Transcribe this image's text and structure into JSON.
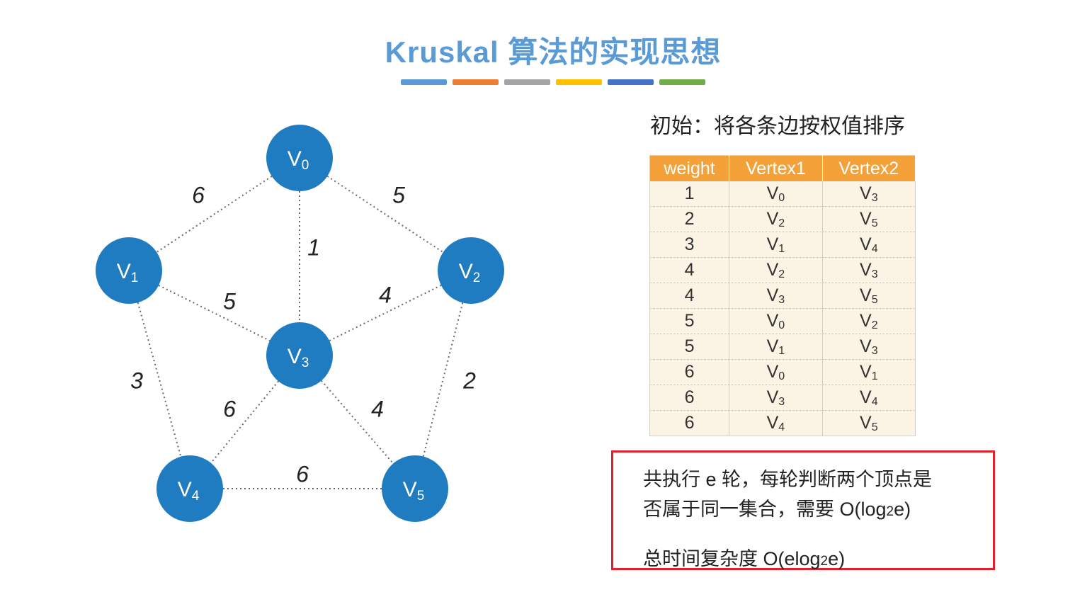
{
  "title": "Kruskal 算法的实现思想",
  "color_bar": [
    "#5b9bd5",
    "#ed7d31",
    "#a5a5a5",
    "#ffc000",
    "#4472c4",
    "#70ad47"
  ],
  "graph": {
    "nodes": [
      {
        "id": "V0",
        "letter": "V",
        "sub": "0"
      },
      {
        "id": "V1",
        "letter": "V",
        "sub": "1"
      },
      {
        "id": "V2",
        "letter": "V",
        "sub": "2"
      },
      {
        "id": "V3",
        "letter": "V",
        "sub": "3"
      },
      {
        "id": "V4",
        "letter": "V",
        "sub": "4"
      },
      {
        "id": "V5",
        "letter": "V",
        "sub": "5"
      }
    ],
    "edges": [
      {
        "from": "V0",
        "to": "V1",
        "weight": "6"
      },
      {
        "from": "V0",
        "to": "V2",
        "weight": "5"
      },
      {
        "from": "V0",
        "to": "V3",
        "weight": "1"
      },
      {
        "from": "V1",
        "to": "V3",
        "weight": "5"
      },
      {
        "from": "V2",
        "to": "V3",
        "weight": "4"
      },
      {
        "from": "V1",
        "to": "V4",
        "weight": "3"
      },
      {
        "from": "V2",
        "to": "V5",
        "weight": "2"
      },
      {
        "from": "V3",
        "to": "V4",
        "weight": "6"
      },
      {
        "from": "V3",
        "to": "V5",
        "weight": "4"
      },
      {
        "from": "V4",
        "to": "V5",
        "weight": "6"
      }
    ]
  },
  "initial_label": "初始：将各条边按权值排序",
  "table": {
    "headers": [
      "weight",
      "Vertex1",
      "Vertex2"
    ],
    "rows": [
      {
        "weight": "1",
        "v1": "V",
        "v1_sub": "0",
        "v2": "V",
        "v2_sub": "3"
      },
      {
        "weight": "2",
        "v1": "V",
        "v1_sub": "2",
        "v2": "V",
        "v2_sub": "5"
      },
      {
        "weight": "3",
        "v1": "V",
        "v1_sub": "1",
        "v2": "V",
        "v2_sub": "4"
      },
      {
        "weight": "4",
        "v1": "V",
        "v1_sub": "2",
        "v2": "V",
        "v2_sub": "3"
      },
      {
        "weight": "4",
        "v1": "V",
        "v1_sub": "3",
        "v2": "V",
        "v2_sub": "5"
      },
      {
        "weight": "5",
        "v1": "V",
        "v1_sub": "0",
        "v2": "V",
        "v2_sub": "2"
      },
      {
        "weight": "5",
        "v1": "V",
        "v1_sub": "1",
        "v2": "V",
        "v2_sub": "3"
      },
      {
        "weight": "6",
        "v1": "V",
        "v1_sub": "0",
        "v2": "V",
        "v2_sub": "1"
      },
      {
        "weight": "6",
        "v1": "V",
        "v1_sub": "3",
        "v2": "V",
        "v2_sub": "4"
      },
      {
        "weight": "6",
        "v1": "V",
        "v1_sub": "4",
        "v2": "V",
        "v2_sub": "5"
      }
    ]
  },
  "note": {
    "line1": "共执行 e 轮，每轮判断两个顶点是",
    "line2_pre": "否属于同一集合，需要 O(log",
    "line2_sub": "2",
    "line2_post": "e)",
    "line3_pre": "总时间复杂度 O(elog",
    "line3_sub": "2",
    "line3_post": "e)"
  }
}
